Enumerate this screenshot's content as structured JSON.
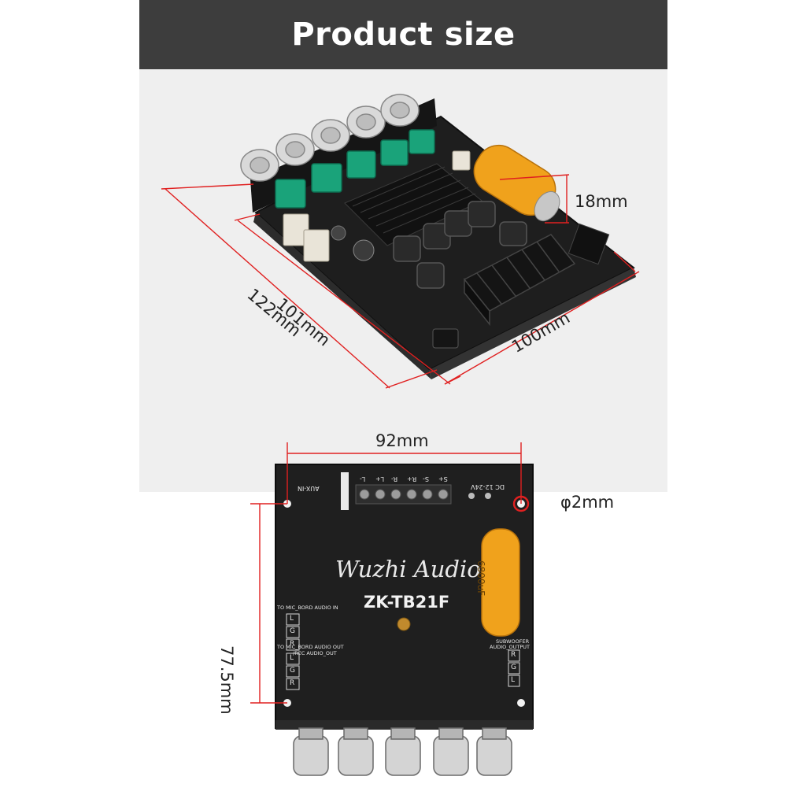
{
  "header": {
    "title": "Product size"
  },
  "dimensions": {
    "height_top": "18mm",
    "depth_inner": "101mm",
    "depth_outer": "122mm",
    "width_front": "100mm",
    "hole_span": "92mm",
    "hole_diameter": "φ2mm",
    "hole_pitch_vertical": "77.5mm"
  },
  "board": {
    "brand": "Wuzhi Audio",
    "model": "ZK-TB21F",
    "aux_label": "AUX-IN",
    "dc_label": "DC 12-24V",
    "terminals": [
      "L-",
      "L+",
      "R-",
      "R+",
      "S-",
      "S+"
    ],
    "mic_in_label": "TO MIC_BORD AUDIO IN",
    "mic_out_label": "TO MIC_BORD AUDIO OUT",
    "rec_label": "/REC AUDIO_OUT",
    "sub_label": "SUBWOOFER",
    "sub_label2": "AUDIO_OUTPUT",
    "pins_lgr": [
      "L",
      "G",
      "R"
    ],
    "pins_rgl": [
      "R",
      "G",
      "L"
    ],
    "capacitor_text": "6800uF"
  },
  "colors": {
    "dimension_line": "#e02020",
    "pcb": "#1f1f1f",
    "header_bg": "#3d3d3d",
    "capacitor": "#f0a21c",
    "terminal_green": "#1aa37a"
  }
}
